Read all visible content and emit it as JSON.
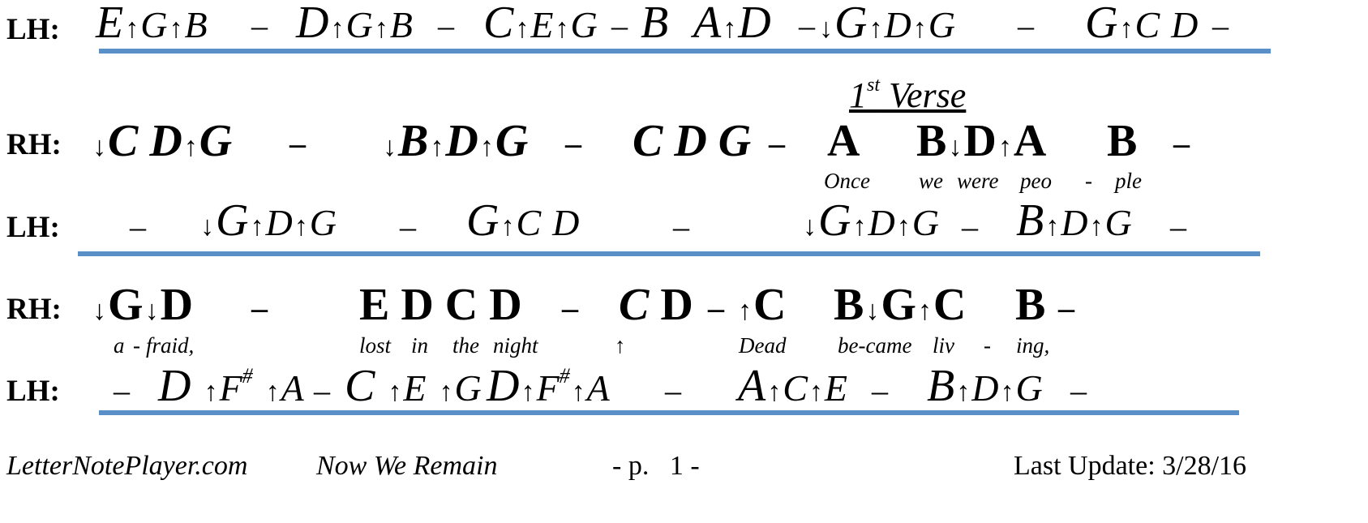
{
  "labels": {
    "lh": "LH:",
    "rh": "RH:"
  },
  "arrows": {
    "up": "↑",
    "down": "↓"
  },
  "dash": "–",
  "heading": {
    "num": "1",
    "sup": "st",
    "text": " Verse"
  },
  "footer": {
    "site": "LetterNotePlayer.com",
    "title": "Now We Remain",
    "page": "- p.   1 -",
    "update": "Last Update: 3/28/16"
  },
  "lyrics": {
    "line1": [
      "Once",
      "we",
      "were",
      "peo",
      "-",
      "ple"
    ],
    "line2": [
      "a",
      "-",
      "fraid,",
      "lost",
      "in",
      "the",
      "night",
      "↑",
      "Dead",
      "be-came",
      "liv",
      "-",
      "ing,"
    ]
  },
  "sup_sharp": "#",
  "colors": {
    "rule": "#5b8fc8"
  }
}
